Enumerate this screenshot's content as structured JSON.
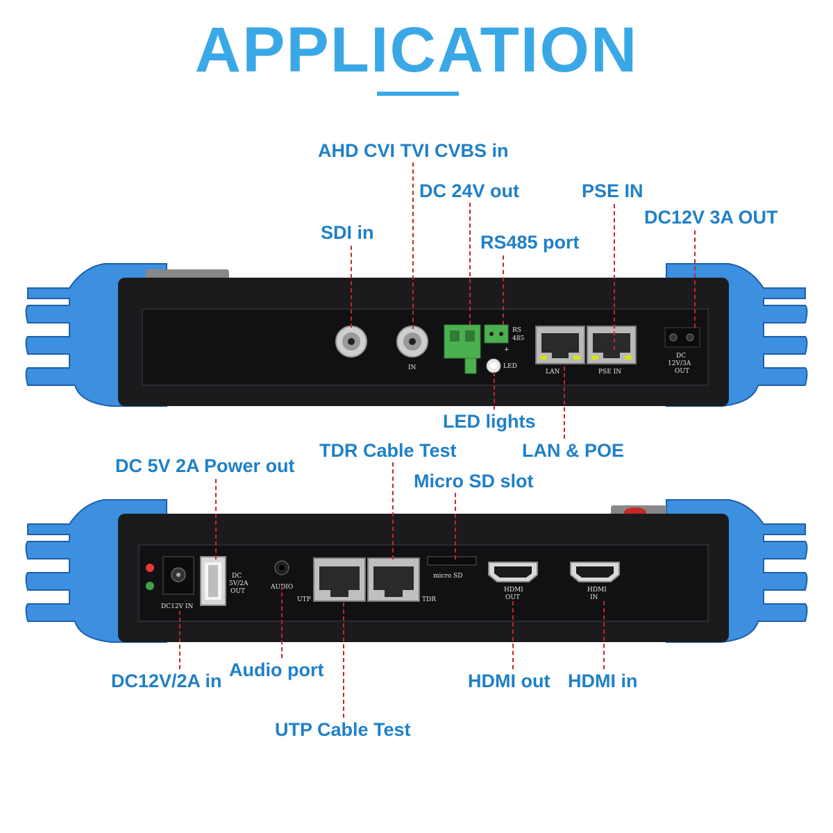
{
  "title": "APPLICATION",
  "colors": {
    "accent": "#3aa8e6",
    "label": "#1f80c8",
    "leader": "#c0282b",
    "bumper": "#3d8fe0",
    "body": "#1b1b1d",
    "terminal": "#4caf50"
  },
  "top_device": {
    "callouts": {
      "ahd": "AHD CVI TVI CVBS in",
      "dc24": "DC 24V out",
      "pse": "PSE IN",
      "dc12out": "DC12V 3A OUT",
      "sdi": "SDI in",
      "rs485": "RS485 port",
      "led": "LED lights",
      "lan": "LAN & POE"
    },
    "printed": {
      "in": "IN",
      "rs485_a": "RS",
      "rs485_b": "485",
      "plus": "+",
      "led": "LED",
      "lan": "LAN",
      "pse_in": "PSE IN",
      "dc_a": "DC",
      "dc_b": "12V/3A",
      "dc_c": "OUT"
    }
  },
  "bottom_device": {
    "callouts": {
      "tdr": "TDR Cable Test",
      "dc5v": "DC 5V 2A Power out",
      "microsd": "Micro SD slot",
      "dc12in": "DC12V/2A in",
      "audio": "Audio port",
      "hdmi_out": "HDMI out",
      "hdmi_in": "HDMI in",
      "utp": "UTP Cable Test"
    },
    "printed": {
      "dc12v_in": "DC12V IN",
      "dc_a": "DC",
      "dc_b": "5V/2A",
      "dc_c": "OUT",
      "audio": "AUDIO",
      "utp": "UTP",
      "tdr": "TDR",
      "microsd": "micro SD",
      "hdmi_out_a": "HDMI",
      "hdmi_out_b": "OUT",
      "hdmi_in_a": "HDMI",
      "hdmi_in_b": "IN"
    }
  }
}
